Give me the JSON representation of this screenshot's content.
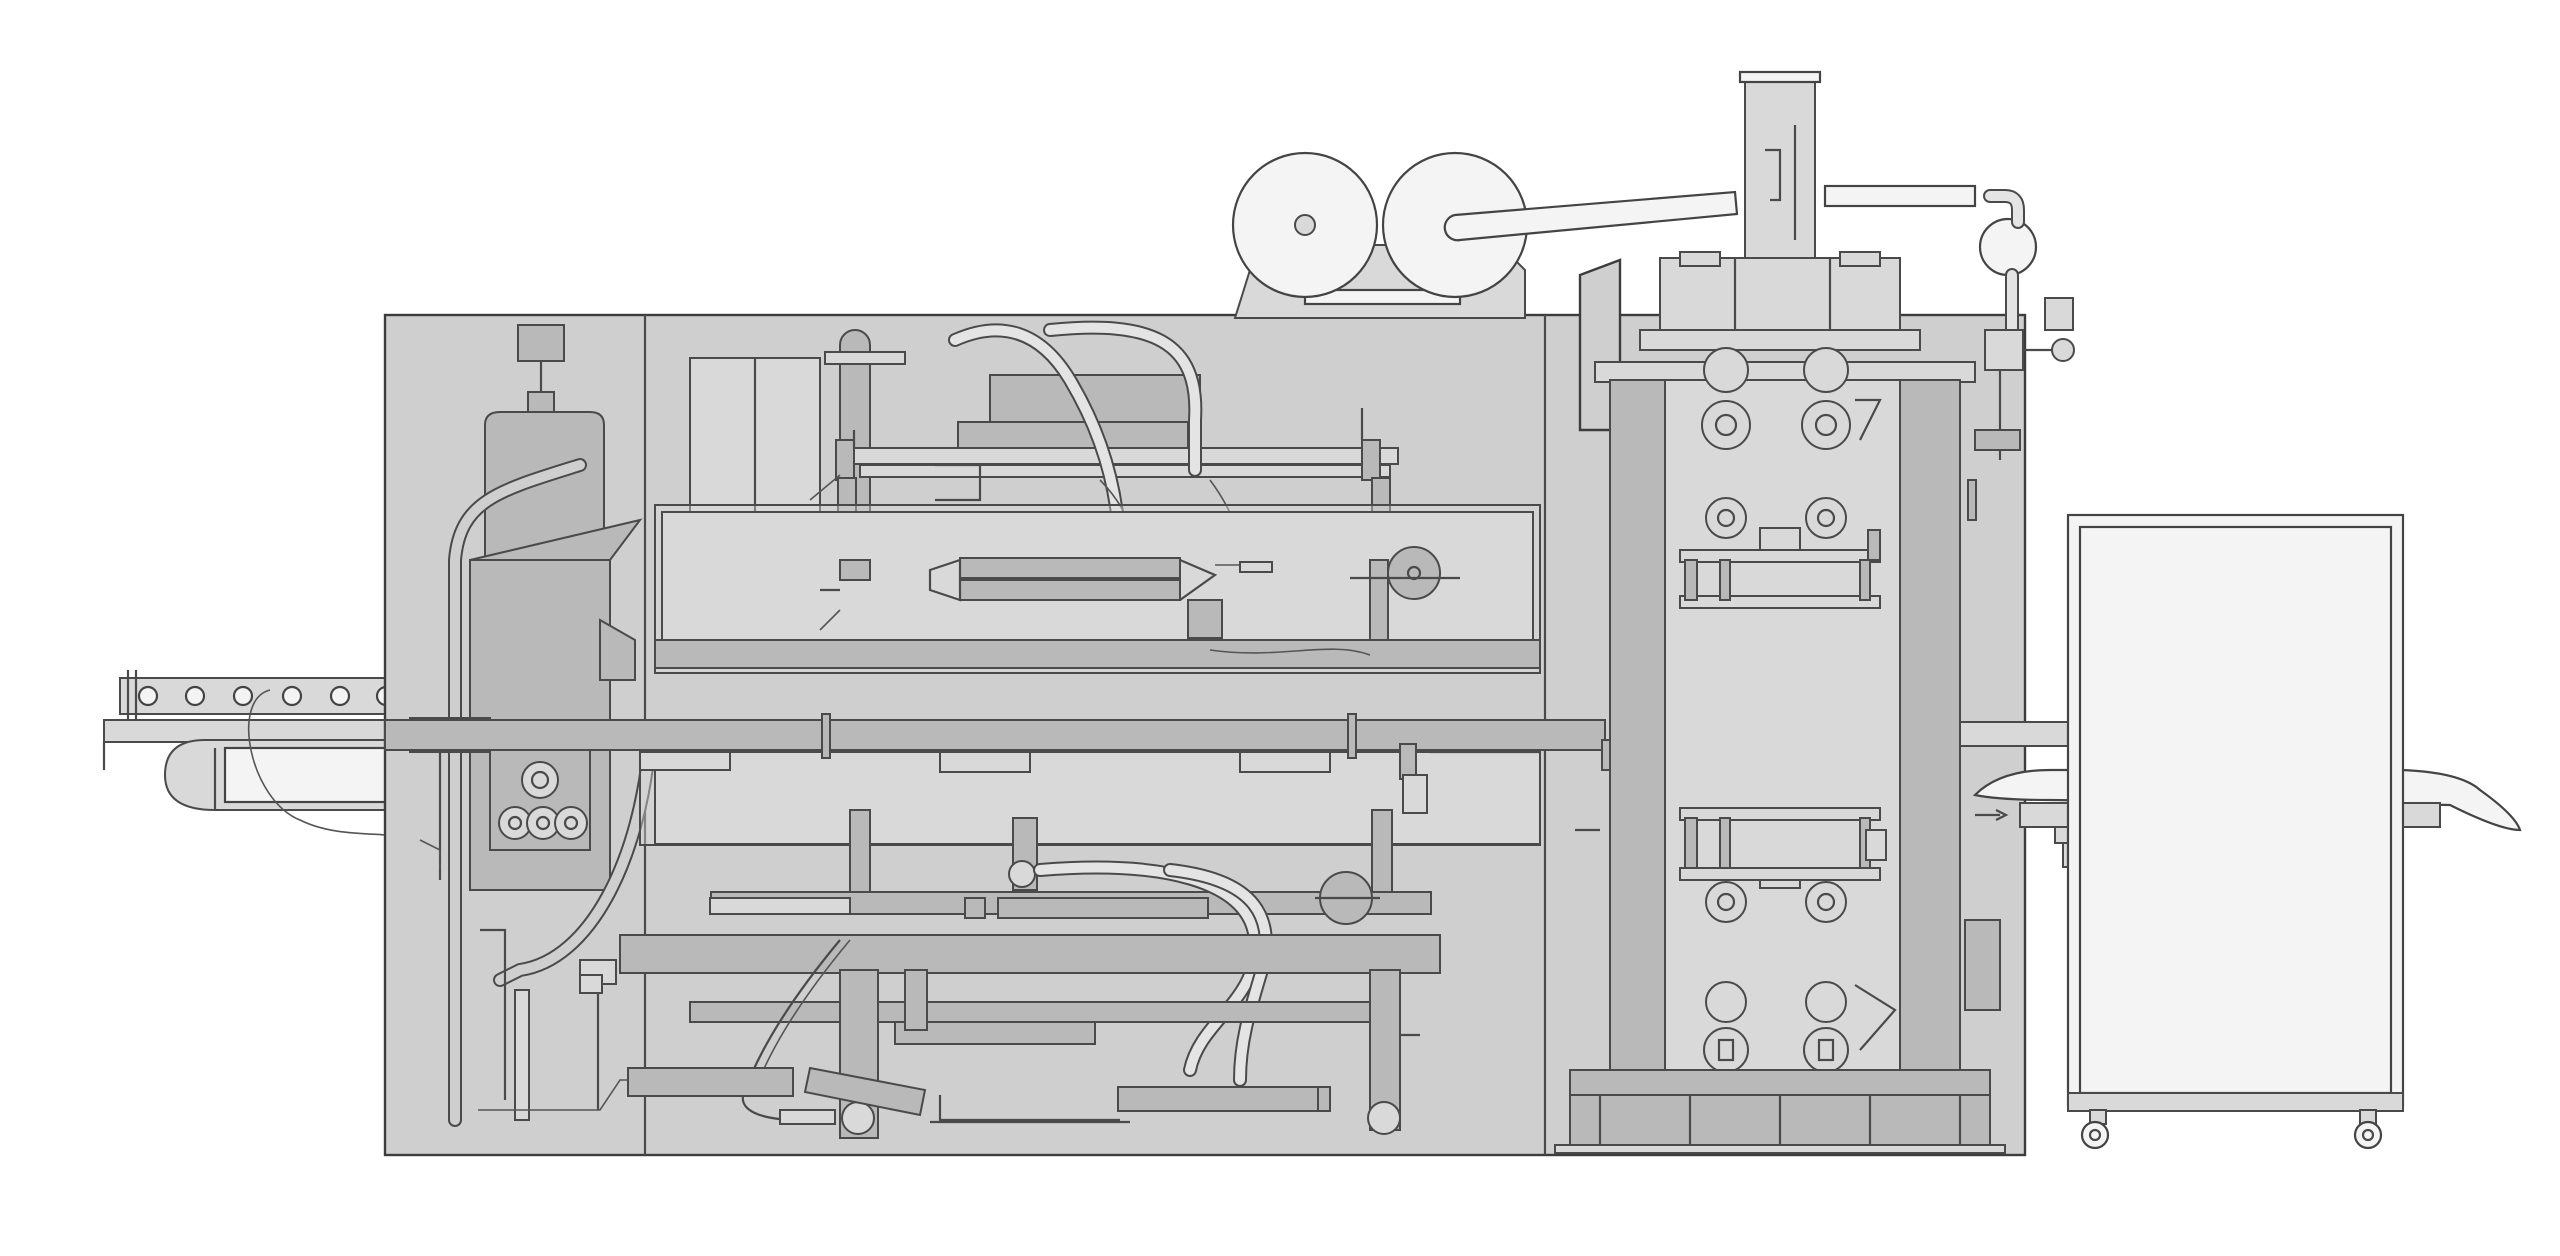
{
  "colors": {
    "background": "#ffffff",
    "machine_body": "#cfcfcf",
    "outline": "#3c3c3c",
    "accent_white": "#f4f4f4"
  },
  "components": [
    "infeed-conveyor",
    "feeder-module",
    "main-process-chamber",
    "film-reels",
    "vertical-press-tower",
    "outfeed-conveyor",
    "collection-cart"
  ]
}
